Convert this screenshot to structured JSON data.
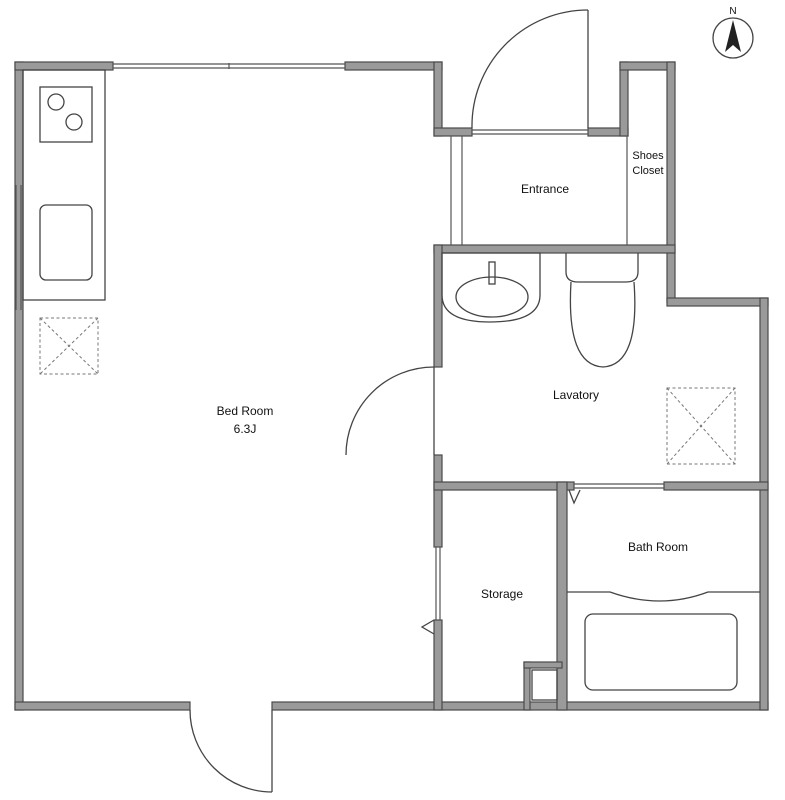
{
  "compass": {
    "letter": "N"
  },
  "rooms": {
    "bed_room": {
      "name": "Bed Room",
      "size": "6.3J"
    },
    "entrance": {
      "name": "Entrance"
    },
    "shoes_closet": {
      "line1": "Shoes",
      "line2": "Closet"
    },
    "lavatory": {
      "name": "Lavatory"
    },
    "storage": {
      "name": "Storage"
    },
    "bath_room": {
      "name": "Bath Room"
    }
  }
}
